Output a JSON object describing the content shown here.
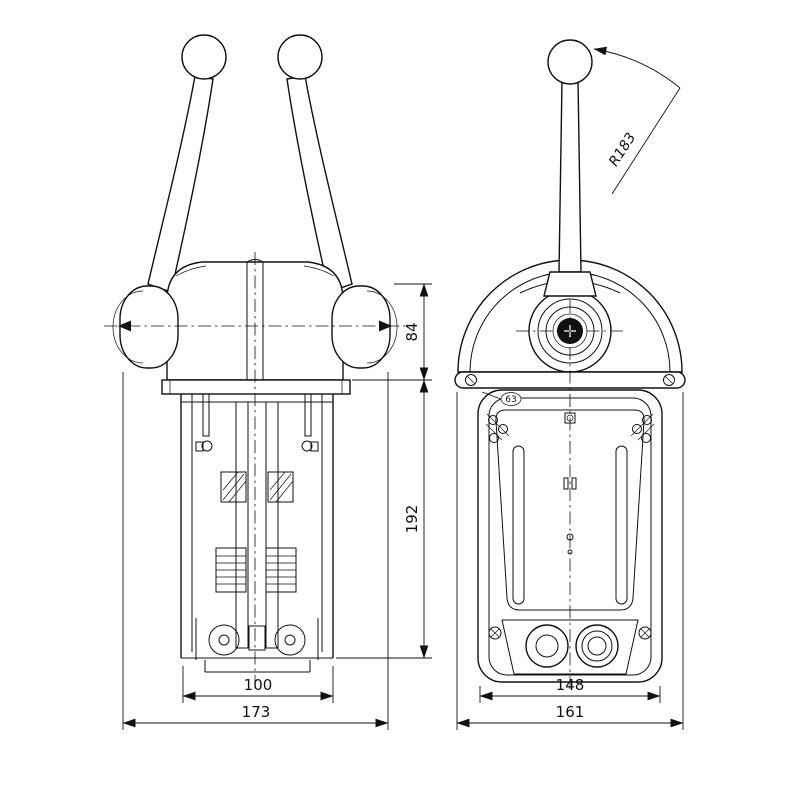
{
  "drawing": {
    "views": {
      "front": {
        "dims": {
          "housing_height": "84",
          "body_height": "192",
          "inner_width": "100",
          "overall_width": "173"
        }
      },
      "side": {
        "dims": {
          "lever_radius": "R183",
          "body_width": "148",
          "overall_width": "161",
          "callout": "63"
        }
      }
    },
    "colors": {
      "ink": "#111111",
      "paper": "#ffffff"
    }
  }
}
